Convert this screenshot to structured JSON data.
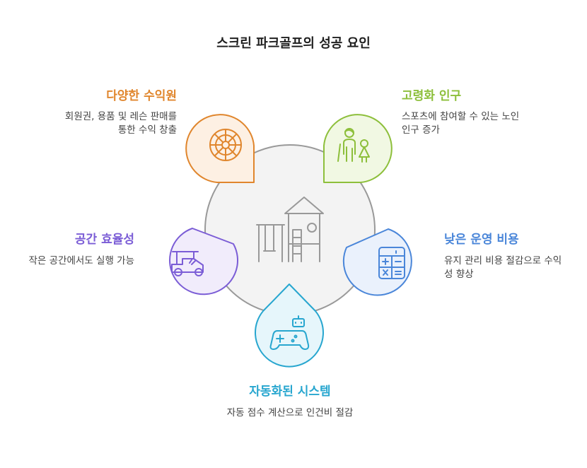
{
  "title": "스크린 파크골프의 성공 요인",
  "factors": {
    "revenue": {
      "heading": "다양한 수익원",
      "desc": "회원권, 용품 및 레슨 판매를 통한 수익 창출",
      "color": "#e0862d",
      "fill": "#fdf0e3",
      "icon": "roulette-wheel-icon"
    },
    "aging": {
      "heading": "고령화 인구",
      "desc": "스포츠에 참여할 수 있는 노인 인구 증가",
      "color": "#8dbf3b",
      "fill": "#f1f8e3",
      "icon": "elderly-couple-icon"
    },
    "space": {
      "heading": "공간 효율성",
      "desc": "작은 공간에서도 실행 가능",
      "color": "#7b5dd6",
      "fill": "#f1ecfb",
      "icon": "golf-cart-icon"
    },
    "cost": {
      "heading": "낮은 운영 비용",
      "desc": "유지 관리 비용 절감으로 수익성 향상",
      "color": "#4a86d9",
      "fill": "#eaf1fc",
      "icon": "calculator-icon"
    },
    "automation": {
      "heading": "자동화된 시스템",
      "desc": "자동 점수 계산으로 인건비 절감",
      "color": "#27a6cf",
      "fill": "#e6f6fb",
      "icon": "game-controller-icon"
    }
  },
  "center": {
    "icon": "playground-icon",
    "stroke": "#999999",
    "fill": "#f3f3f3"
  }
}
